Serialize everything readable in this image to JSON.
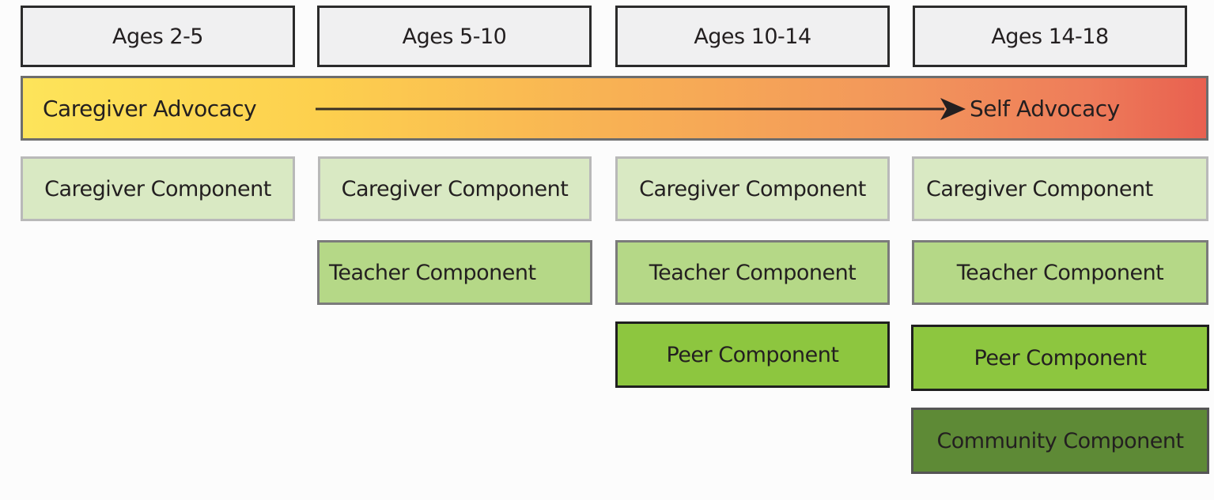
{
  "age_groups": [
    {
      "label": "Ages 2-5"
    },
    {
      "label": "Ages 5-10"
    },
    {
      "label": "Ages 10-14"
    },
    {
      "label": "Ages 14-18"
    }
  ],
  "advocacy_bar": {
    "start_label": "Caregiver Advocacy",
    "end_label": "Self Advocacy",
    "gradient_start": "#fde45a",
    "gradient_end": "#e8604f",
    "arrow_icon": "arrow-right-icon"
  },
  "components": {
    "caregiver": {
      "label": "Caregiver Component",
      "color": "#d9e9c3"
    },
    "teacher": {
      "label": "Teacher Component",
      "color": "#b5d887"
    },
    "peer": {
      "label": "Peer Component",
      "color": "#8dc63f"
    },
    "community": {
      "label": "Community Component",
      "color": "#5e8a36"
    }
  },
  "columns": [
    {
      "age": "Ages 2-5",
      "components": [
        "Caregiver Component"
      ]
    },
    {
      "age": "Ages 5-10",
      "components": [
        "Caregiver Component",
        "Teacher Component"
      ]
    },
    {
      "age": "Ages 10-14",
      "components": [
        "Caregiver Component",
        "Teacher Component",
        "Peer Component"
      ]
    },
    {
      "age": "Ages 14-18",
      "components": [
        "Caregiver Component",
        "Teacher Component",
        "Peer Component",
        "Community Component"
      ]
    }
  ]
}
